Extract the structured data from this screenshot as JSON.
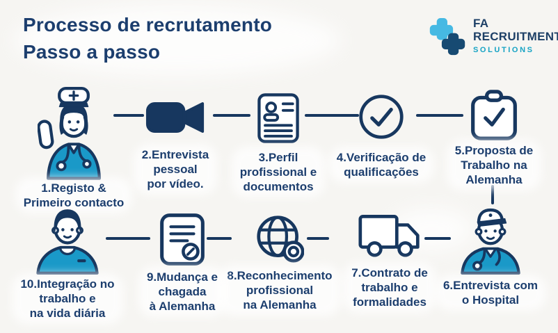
{
  "title": {
    "line1": "Processo de recrutamento",
    "line2": "Passo a passo"
  },
  "logo": {
    "cross_icon": "medical-cross-icon",
    "name_line1": "FA",
    "name_line2": "RECRUITMENT",
    "name_line3": "SOLUTIONS"
  },
  "colors": {
    "navy_text": "#1c3e6e",
    "icon_navy": "#17375f",
    "teal_scrubs": "#1a99c8",
    "logo_light_blue": "#46b9e3",
    "logo_navy": "#174a72",
    "logo_teal": "#16a3c4",
    "background": "#f6f5f2"
  },
  "steps": [
    {
      "number": 1,
      "icon": "nurse-icon",
      "lines": [
        "1.Registo &",
        "Primeiro contacto"
      ]
    },
    {
      "number": 2,
      "icon": "video-camera-icon",
      "lines": [
        "2.Entrevista",
        "pessoal",
        "por vídeo."
      ]
    },
    {
      "number": 3,
      "icon": "cv-document-icon",
      "lines": [
        "3.Perfil",
        "profissional e",
        "documentos"
      ]
    },
    {
      "number": 4,
      "icon": "check-circle-icon",
      "lines": [
        "4.Verificação de",
        "qualificações"
      ]
    },
    {
      "number": 5,
      "icon": "clipboard-check-icon",
      "lines": [
        "5.Proposta de",
        "Trabalho na",
        "Alemanha"
      ]
    },
    {
      "number": 6,
      "icon": "male-nurse-icon",
      "lines": [
        "6.Entrevista com",
        "o Hospital"
      ]
    },
    {
      "number": 7,
      "icon": "truck-icon",
      "lines": [
        "7.Contrato de",
        "trabalho e",
        "formalidades"
      ]
    },
    {
      "number": 8,
      "icon": "globe-icon",
      "lines": [
        "8.Reconhecimento",
        "profissional",
        "na Alemanha"
      ]
    },
    {
      "number": 9,
      "icon": "contract-stamp-icon",
      "lines": [
        "9.Mudança e",
        "chagada",
        "à Alemanha"
      ]
    },
    {
      "number": 10,
      "icon": "man-icon",
      "lines": [
        "10.Integração no",
        "trabalho e",
        "na vida diária"
      ]
    }
  ]
}
